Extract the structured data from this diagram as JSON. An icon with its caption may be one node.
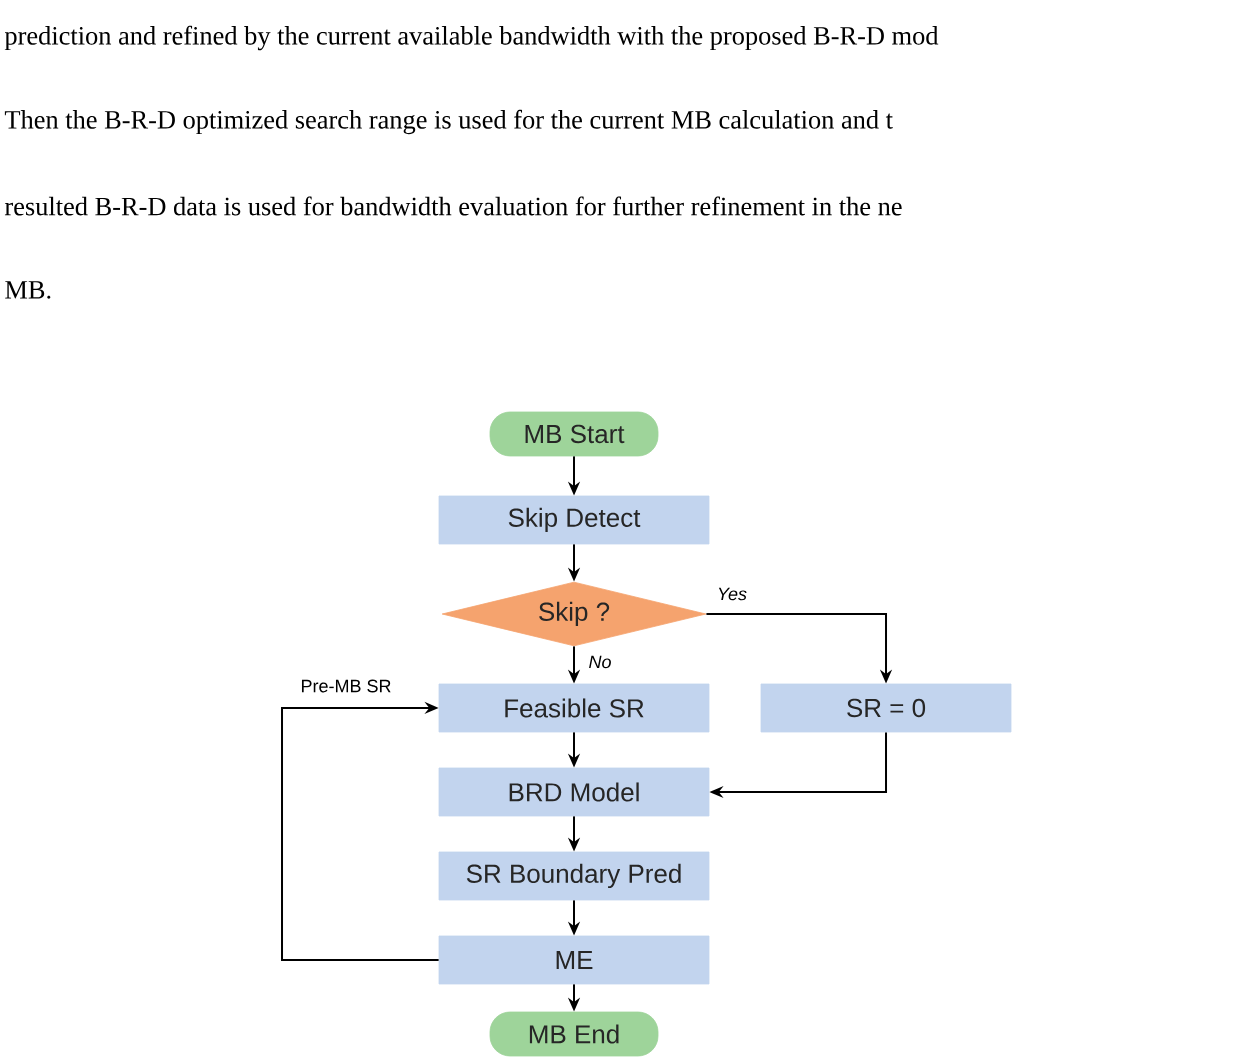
{
  "diagram": {
    "nodes": [
      {
        "text": [
          "MB Start"
        ]
      },
      {
        "text": [
          "Skip Detect"
        ]
      },
      {
        "text": [
          "Skip ?"
        ]
      },
      {
        "text": [
          "Feasible SR"
        ]
      },
      {
        "text": [
          "SR = 0"
        ]
      },
      {
        "text": [
          "BRD Model"
        ]
      },
      {
        "text": [
          "SR Boundary Pred"
        ]
      },
      {
        "text": [
          "ME"
        ]
      },
      {
        "text": [
          "MB End"
        ]
      }
    ],
    "edges": [
      {
        "from": 0,
        "to": 1,
        "arrow": "to"
      },
      {
        "from": 1,
        "to": 2,
        "arrow": "to"
      },
      {
        "from": 2,
        "to": 3,
        "arrow": "to",
        "label": "No"
      },
      {
        "from": 2,
        "to": 4,
        "arrow": "to",
        "label": "Yes"
      },
      {
        "from": 3,
        "to": 5,
        "arrow": "to"
      },
      {
        "from": 4,
        "to": 5,
        "arrow": "to"
      },
      {
        "from": 5,
        "to": 6,
        "arrow": "to"
      },
      {
        "from": 6,
        "to": 7,
        "arrow": "to"
      },
      {
        "from": 7,
        "to": 3,
        "arrow": "to",
        "label": "Pre-MB SR"
      },
      {
        "from": 7,
        "to": 8,
        "arrow": "to"
      }
    ],
    "labels": [
      "prediction and refined by the current available bandwidth with the proposed B-R-D mod",
      "Then the B-R-D optimized search range is used for the current MB calculation and t",
      "resulted B-R-D data is used for bandwidth evaluation for further refinement in the ne",
      "MB."
    ]
  }
}
